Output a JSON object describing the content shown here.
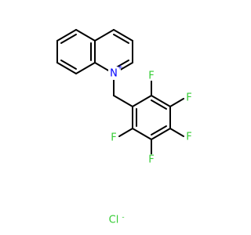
{
  "molecule": {
    "atoms": {
      "nitrogen": {
        "symbol": "N",
        "charge": "+",
        "color": "#0000ff"
      },
      "f_top": {
        "symbol": "F",
        "color": "#33cc33"
      },
      "f_upper_right": {
        "symbol": "F",
        "color": "#33cc33"
      },
      "f_lower_right": {
        "symbol": "F",
        "color": "#33cc33"
      },
      "f_bottom": {
        "symbol": "F",
        "color": "#33cc33"
      },
      "f_left": {
        "symbol": "F",
        "color": "#33cc33"
      }
    },
    "counterion": {
      "symbol": "Cl",
      "charge": "-",
      "color": "#33cc33"
    }
  }
}
